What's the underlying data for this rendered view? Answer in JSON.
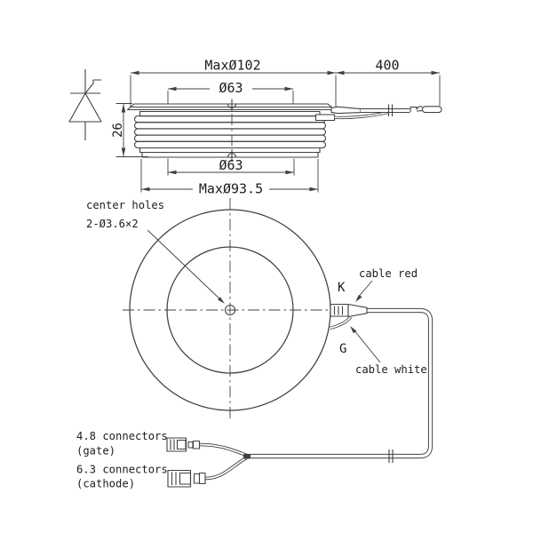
{
  "drawing": {
    "side_view": {
      "dim_max_outer": "MaxØ102",
      "dim_cable_length": "400",
      "dim_top_pole_face": "Ø63",
      "dim_height": "26",
      "dim_bottom_pole_face": "Ø63",
      "dim_max_bottom": "MaxØ93.5"
    },
    "front_view": {
      "center_holes_note_line1": "center holes",
      "center_holes_note_line2": "2-Ø3.6×2",
      "cathode_terminal_label": "K",
      "gate_terminal_label": "G",
      "cable_red_label": "cable red",
      "cable_white_label": "cable white"
    },
    "connectors": {
      "gate_size_label": "4.8 connectors",
      "gate_kind_label": "(gate)",
      "cathode_size_label": "6.3 connectors",
      "cathode_kind_label": "(cathode)"
    }
  },
  "colors": {
    "line": "#404040",
    "text": "#1c1c1c",
    "background": "#ffffff"
  }
}
